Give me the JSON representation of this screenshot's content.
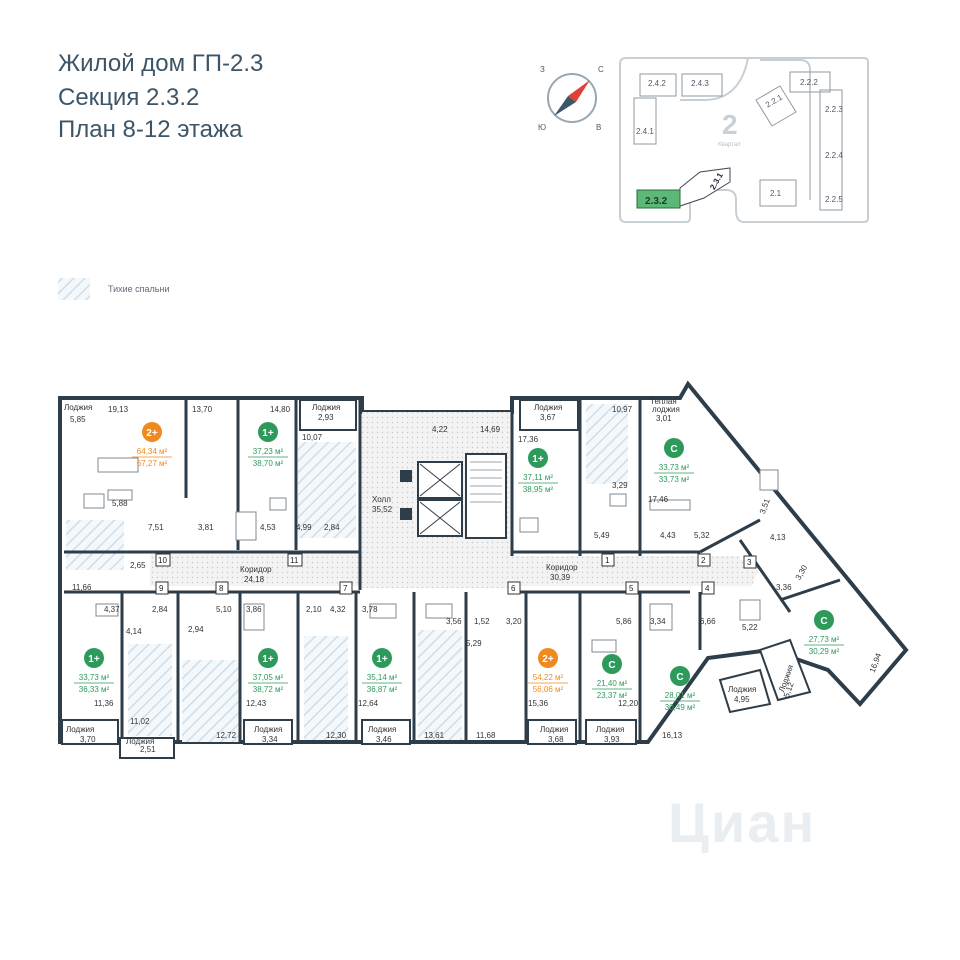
{
  "header": {
    "line1": "Жилой дом ГП-2.3",
    "line2": "Секция 2.3.2",
    "line3": "План 8-12 этажа"
  },
  "compass": {
    "west": "З",
    "north": "С",
    "south": "Ю",
    "east": "В"
  },
  "site_plan": {
    "quarter_number": "2",
    "quarter_label": "Квартал",
    "buildings": [
      "2.4.2",
      "2.4.3",
      "2.2.1",
      "2.2.2",
      "2.2.3",
      "2.4.1",
      "2.2.4",
      "2.3.1",
      "2.1",
      "2.2.5",
      "2.3.2"
    ],
    "highlight": "2.3.2"
  },
  "legend": {
    "quiet_bedrooms": "Тихие спальни"
  },
  "colors": {
    "green": "#2d9a5c",
    "orange": "#ef8a1f",
    "wall": "#2e3d4a",
    "hatch": "#d6e3ec",
    "title": "#3d5566"
  },
  "areas_labels": {
    "loggia": "Лоджия",
    "warm_loggia_1": "Теплая",
    "warm_loggia_2": "лоджия",
    "hall": "Холл",
    "hall_area": "35,52",
    "corridor_left": "Коридор",
    "corridor_left_area": "24,18",
    "corridor_right": "Коридор",
    "corridor_right_area": "30,39"
  },
  "apartments": [
    {
      "type": "2+",
      "area": "64,34 м²",
      "total": "67,27 м²",
      "color": "orange"
    },
    {
      "type": "1+",
      "area": "37,23 м²",
      "total": "38,70 м²",
      "color": "green"
    },
    {
      "type": "1+",
      "area": "37,11 м²",
      "total": "38,95 м²",
      "color": "green"
    },
    {
      "type": "С",
      "area": "33,73 м²",
      "total": "33,73 м²",
      "color": "green"
    },
    {
      "type": "С",
      "area": "27,73 м²",
      "total": "30,29 м²",
      "color": "green"
    },
    {
      "type": "1+",
      "area": "33,73 м²",
      "total": "36,33 м²",
      "color": "green"
    },
    {
      "type": "1+",
      "area": "37,05 м²",
      "total": "38,72 м²",
      "color": "green"
    },
    {
      "type": "1+",
      "area": "35,14 м²",
      "total": "36,87 м²",
      "color": "green"
    },
    {
      "type": "2+",
      "area": "54,22 м²",
      "total": "56,06 м²",
      "color": "orange"
    },
    {
      "type": "С",
      "area": "21,40 м²",
      "total": "23,37 м²",
      "color": "green"
    },
    {
      "type": "С",
      "area": "28,01 м²",
      "total": "30,49 м²",
      "color": "green"
    }
  ],
  "room_areas": [
    "5,85",
    "19,13",
    "13,70",
    "14,80",
    "10,07",
    "2,93",
    "4,22",
    "14,69",
    "3,67",
    "17,36",
    "10,97",
    "3,01",
    "5,88",
    "7,51",
    "3,81",
    "4,53",
    "4,99",
    "2,84",
    "3,29",
    "17,46",
    "5,49",
    "4,43",
    "5,32",
    "3,51",
    "4,13",
    "2,65",
    "11,66",
    "4,37",
    "2,84",
    "4,14",
    "5,10",
    "3,86",
    "2,10",
    "4,32",
    "3,78",
    "3,56",
    "1,52",
    "3,20",
    "5,86",
    "3,34",
    "6,66",
    "3,36",
    "3,30",
    "5,22",
    "2,94",
    "5,29",
    "11,36",
    "11,02",
    "12,43",
    "12,64",
    "15,36",
    "12,20",
    "3,70",
    "2,51",
    "12,72",
    "3,34",
    "12,30",
    "3,46",
    "13,61",
    "11,68",
    "3,68",
    "3,93",
    "16,13",
    "4,95",
    "5,12",
    "16,94"
  ],
  "stair_numbers": [
    "10",
    "11",
    "9",
    "8",
    "7",
    "6",
    "5",
    "4",
    "3",
    "2",
    "1"
  ],
  "watermark": "Циан"
}
